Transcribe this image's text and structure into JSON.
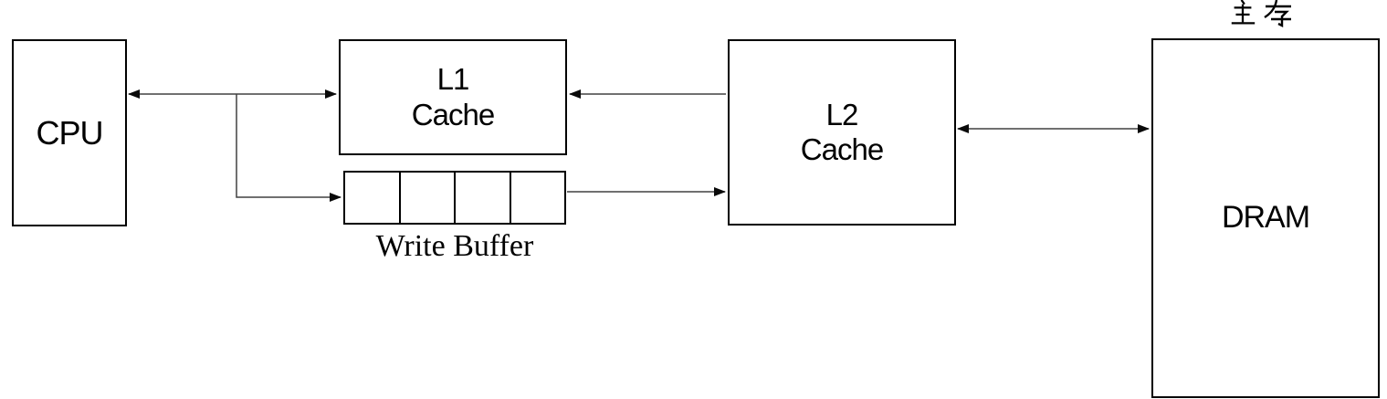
{
  "diagram": {
    "background": "#ffffff",
    "box_stroke": "#000000",
    "line_color": "#404040",
    "arrow_fill": "#0a0a0a",
    "nodes": {
      "cpu": {
        "label": "CPU"
      },
      "l1_cache": {
        "label": "L1\nCache"
      },
      "l2_cache": {
        "label": "L2\nCache"
      },
      "dram": {
        "label": "DRAM"
      },
      "main_memory_zh": {
        "label": "主存"
      },
      "write_buffer": {
        "label": "Write Buffer",
        "cell_count": 4
      }
    },
    "connections": [
      {
        "from": "cpu",
        "to": "l1_cache",
        "type": "bidirectional"
      },
      {
        "from": "cpu_l1_junction",
        "to": "write_buffer",
        "type": "arrow"
      },
      {
        "from": "l2_cache",
        "to": "l1_cache",
        "type": "arrow"
      },
      {
        "from": "write_buffer",
        "to": "l2_cache",
        "type": "arrow"
      },
      {
        "from": "l2_cache",
        "to": "dram",
        "type": "bidirectional"
      }
    ]
  }
}
